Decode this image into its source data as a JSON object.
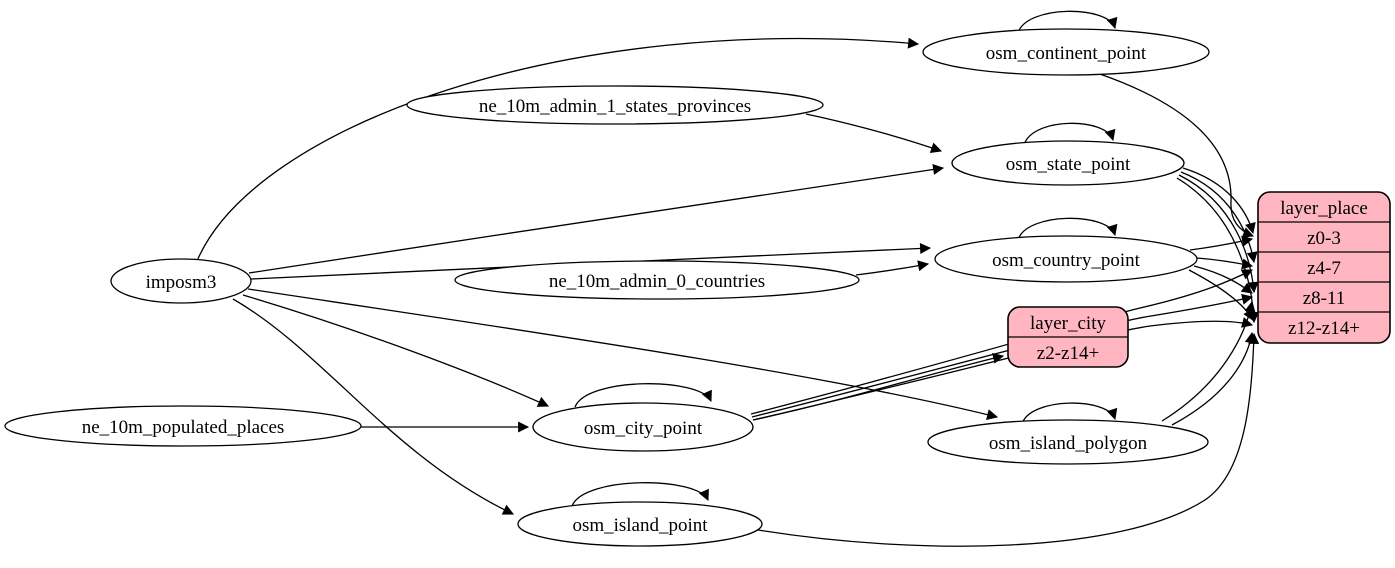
{
  "diagram": {
    "colors": {
      "background": "#ffffff",
      "node_fill": "#ffffff",
      "record_fill": "#ffb6c1",
      "stroke": "#000000"
    },
    "nodes": {
      "imposm3": {
        "label": "imposm3",
        "type": "source"
      },
      "ne_10m_admin_1_states_provinces": {
        "label": "ne_10m_admin_1_states_provinces",
        "type": "source"
      },
      "ne_10m_admin_0_countries": {
        "label": "ne_10m_admin_0_countries",
        "type": "source"
      },
      "ne_10m_populated_places": {
        "label": "ne_10m_populated_places",
        "type": "source"
      },
      "osm_continent_point": {
        "label": "osm_continent_point",
        "type": "table",
        "self_loop": true
      },
      "osm_state_point": {
        "label": "osm_state_point",
        "type": "table",
        "self_loop": true
      },
      "osm_country_point": {
        "label": "osm_country_point",
        "type": "table",
        "self_loop": true
      },
      "osm_city_point": {
        "label": "osm_city_point",
        "type": "table",
        "self_loop": true
      },
      "osm_island_polygon": {
        "label": "osm_island_polygon",
        "type": "table",
        "self_loop": true
      },
      "osm_island_point": {
        "label": "osm_island_point",
        "type": "table",
        "self_loop": true
      },
      "layer_city": {
        "title": "layer_city",
        "rows": [
          "z2-z14+"
        ],
        "type": "layer"
      },
      "layer_place": {
        "title": "layer_place",
        "rows": [
          "z0-3",
          "z4-7",
          "z8-11",
          "z12-z14+"
        ],
        "type": "layer"
      }
    },
    "edges": [
      {
        "from": "imposm3",
        "to": "osm_continent_point"
      },
      {
        "from": "imposm3",
        "to": "osm_state_point"
      },
      {
        "from": "imposm3",
        "to": "osm_country_point"
      },
      {
        "from": "imposm3",
        "to": "osm_city_point"
      },
      {
        "from": "imposm3",
        "to": "osm_island_polygon"
      },
      {
        "from": "imposm3",
        "to": "osm_island_point"
      },
      {
        "from": "ne_10m_admin_1_states_provinces",
        "to": "osm_state_point"
      },
      {
        "from": "ne_10m_admin_0_countries",
        "to": "osm_country_point"
      },
      {
        "from": "ne_10m_populated_places",
        "to": "osm_city_point"
      },
      {
        "from": "osm_continent_point",
        "to": "osm_continent_point"
      },
      {
        "from": "osm_state_point",
        "to": "osm_state_point"
      },
      {
        "from": "osm_country_point",
        "to": "osm_country_point"
      },
      {
        "from": "osm_city_point",
        "to": "osm_city_point"
      },
      {
        "from": "osm_island_polygon",
        "to": "osm_island_polygon"
      },
      {
        "from": "osm_island_point",
        "to": "osm_island_point"
      },
      {
        "from": "osm_continent_point",
        "to": "layer_place",
        "to_row": "z0-3"
      },
      {
        "from": "osm_state_point",
        "to": "layer_place",
        "to_row": "z0-3"
      },
      {
        "from": "osm_state_point",
        "to": "layer_place",
        "to_row": "z4-7"
      },
      {
        "from": "osm_state_point",
        "to": "layer_place",
        "to_row": "z8-11"
      },
      {
        "from": "osm_state_point",
        "to": "layer_place",
        "to_row": "z12-z14+"
      },
      {
        "from": "osm_country_point",
        "to": "layer_place",
        "to_row": "z0-3"
      },
      {
        "from": "osm_country_point",
        "to": "layer_place",
        "to_row": "z4-7"
      },
      {
        "from": "osm_country_point",
        "to": "layer_place",
        "to_row": "z8-11"
      },
      {
        "from": "osm_country_point",
        "to": "layer_place",
        "to_row": "z12-z14+"
      },
      {
        "from": "osm_city_point",
        "to": "layer_city",
        "to_row": "z2-z14+"
      },
      {
        "from": "osm_city_point",
        "to": "layer_place",
        "to_row": "z4-7"
      },
      {
        "from": "osm_city_point",
        "to": "layer_place",
        "to_row": "z8-11"
      },
      {
        "from": "osm_city_point",
        "to": "layer_place",
        "to_row": "z12-z14+"
      },
      {
        "from": "osm_island_polygon",
        "to": "layer_place",
        "to_row": "z8-11"
      },
      {
        "from": "osm_island_polygon",
        "to": "layer_place",
        "to_row": "z12-z14+"
      },
      {
        "from": "osm_island_point",
        "to": "layer_place",
        "to_row": "z12-z14+"
      }
    ]
  }
}
